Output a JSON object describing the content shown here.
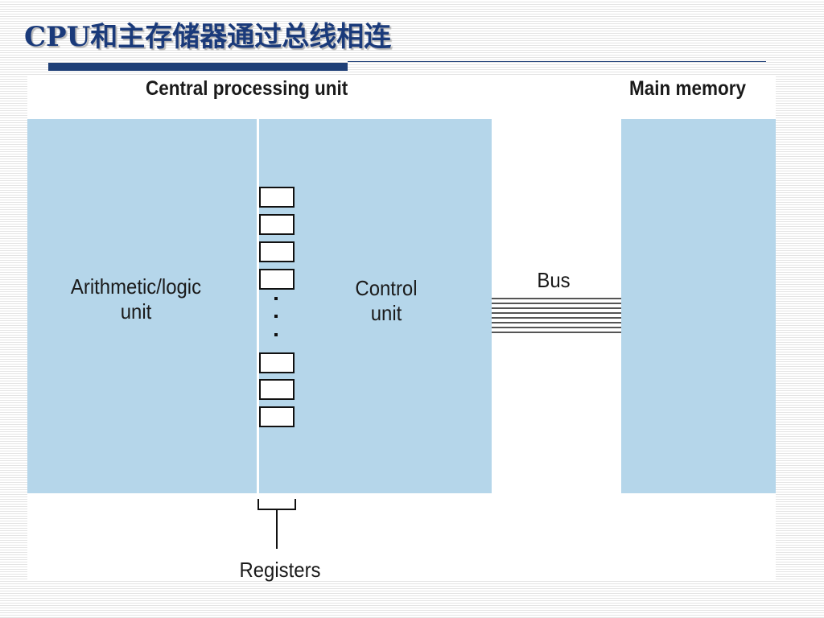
{
  "slide": {
    "title": "CPU和主存储器通过总线相连"
  },
  "diagram": {
    "cpu_header": "Central processing unit",
    "memory_header": "Main memory",
    "alu_label_line1": "Arithmetic/logic",
    "alu_label_line2": "unit",
    "control_label_line1": "Control",
    "control_label_line2": "unit",
    "bus_label": "Bus",
    "registers_label": "Registers"
  },
  "colors": {
    "title": "#1a3a7a",
    "block_fill": "#b5d6ea",
    "rule": "#1f3f77"
  }
}
